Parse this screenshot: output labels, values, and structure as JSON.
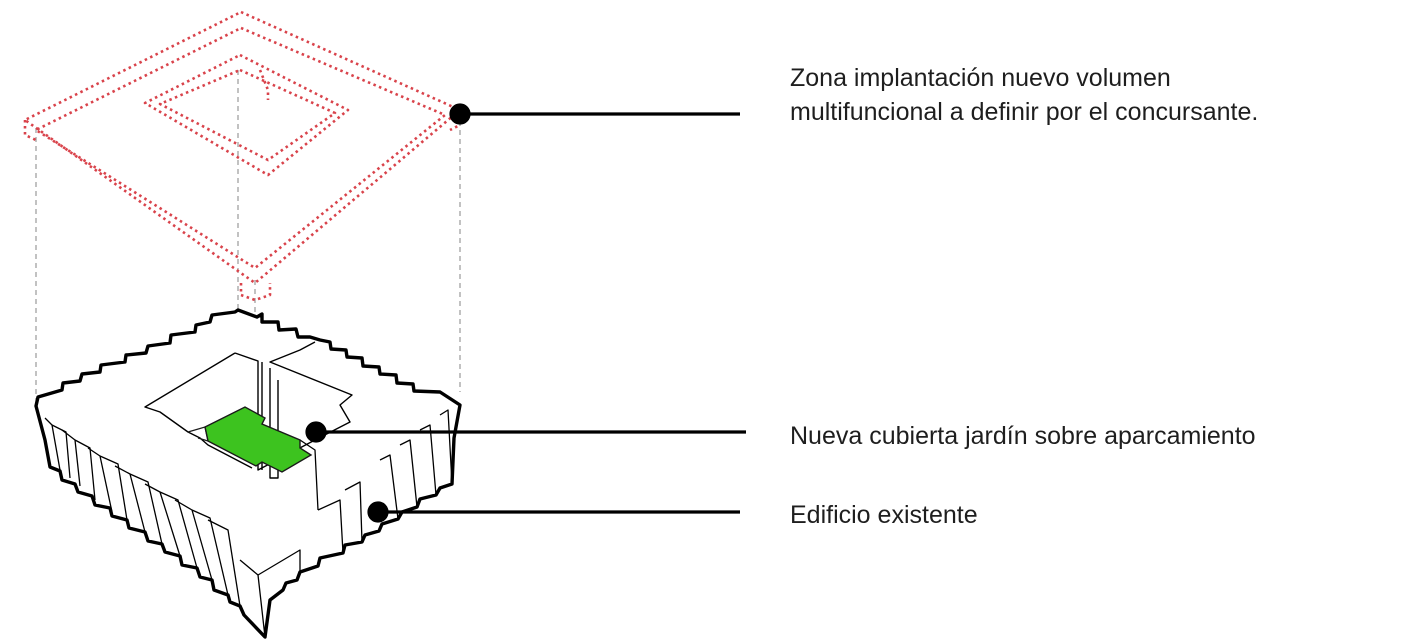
{
  "diagram": {
    "colors": {
      "proposed_outline": "#d9434b",
      "existing_building": "#000000",
      "projection_lines": "#9a9a9a",
      "garden_roof": "#3dc31f"
    },
    "callouts": {
      "new_volume": "Zona implantación nuevo volumen multifuncional a definir por el concursante.",
      "garden_roof": "Nueva cubierta jardín sobre aparcamiento",
      "existing_building": "Edificio existente"
    }
  }
}
